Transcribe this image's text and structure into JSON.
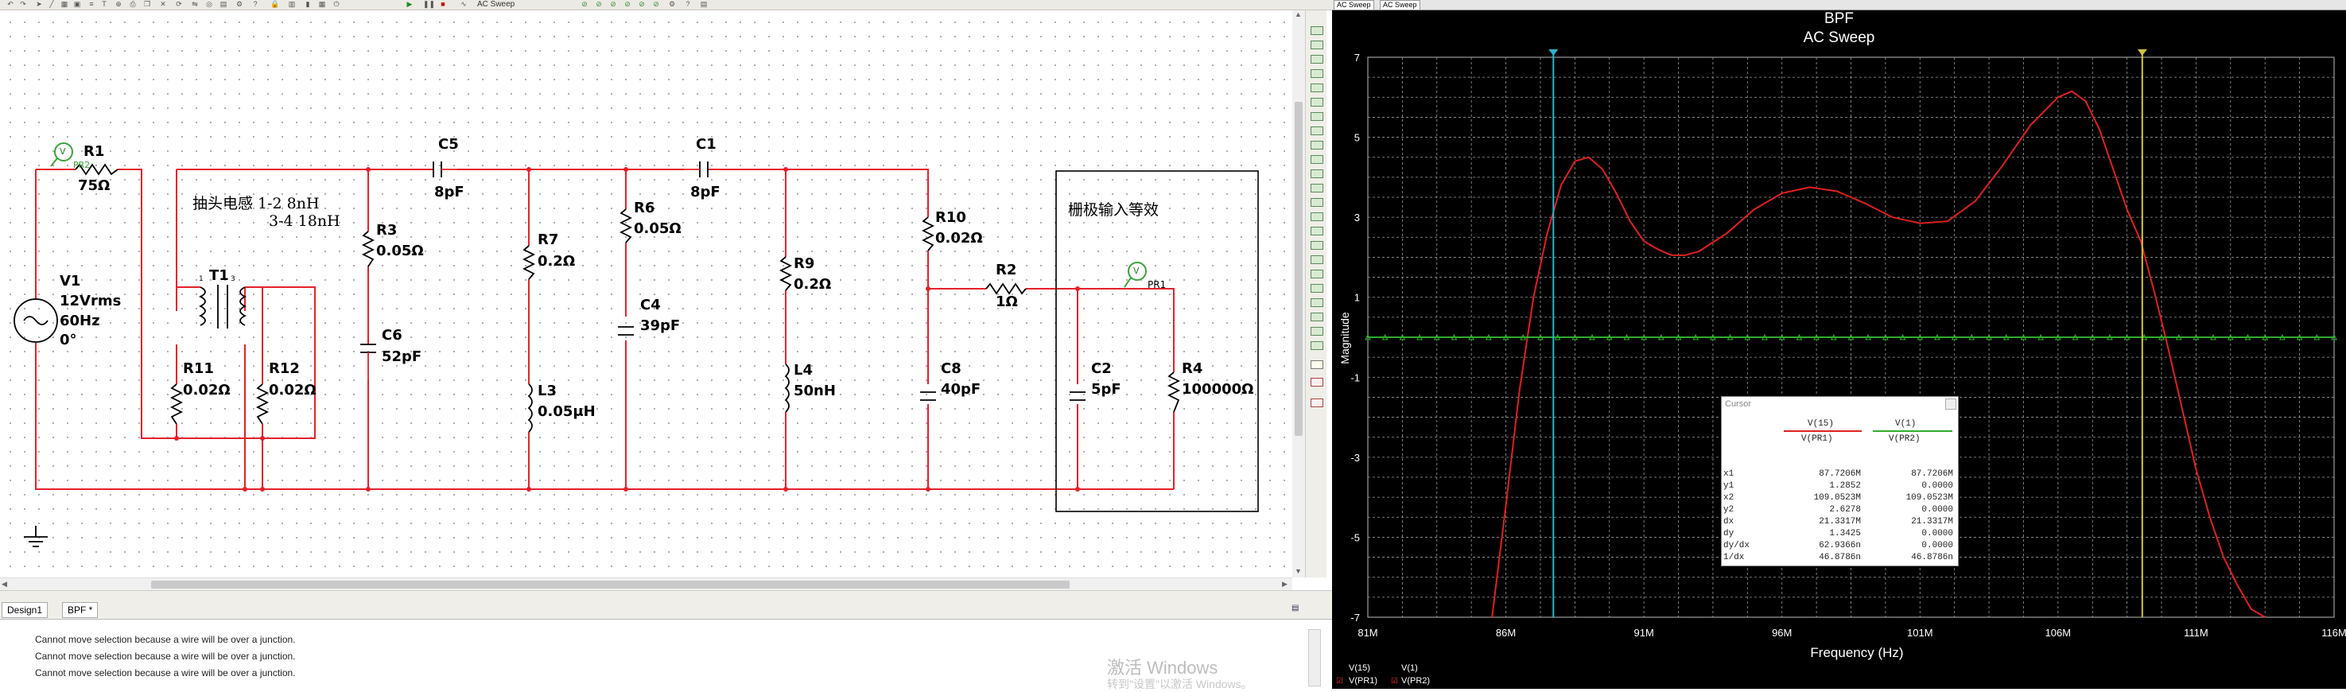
{
  "toolbar": {
    "sim_label": "AC Sweep"
  },
  "schematic": {
    "components": {
      "R1": {
        "name": "R1",
        "value": "75Ω"
      },
      "V1": {
        "name": "V1",
        "amp": "12Vrms",
        "freq": "60Hz",
        "phase": "0°"
      },
      "T1": {
        "name": "T1"
      },
      "R11": {
        "name": "R11",
        "value": "0.02Ω"
      },
      "R12": {
        "name": "R12",
        "value": "0.02Ω"
      },
      "C5": {
        "name": "C5",
        "value": "8pF"
      },
      "R3": {
        "name": "R3",
        "value": "0.05Ω"
      },
      "C6": {
        "name": "C6",
        "value": "52pF"
      },
      "R7": {
        "name": "R7",
        "value": "0.2Ω"
      },
      "L3": {
        "name": "L3",
        "value": "0.05μH"
      },
      "R6": {
        "name": "R6",
        "value": "0.05Ω"
      },
      "C4": {
        "name": "C4",
        "value": "39pF"
      },
      "C1": {
        "name": "C1",
        "value": "8pF"
      },
      "R9": {
        "name": "R9",
        "value": "0.2Ω"
      },
      "L4": {
        "name": "L4",
        "value": "50nH"
      },
      "R10": {
        "name": "R10",
        "value": "0.02Ω"
      },
      "C8": {
        "name": "C8",
        "value": "40pF"
      },
      "R2": {
        "name": "R2",
        "value": "1Ω"
      },
      "C2": {
        "name": "C2",
        "value": "5pF"
      },
      "R4": {
        "name": "R4",
        "value": "100000Ω"
      }
    },
    "probes": {
      "pr2": "PR2",
      "pr1": "PR1",
      "v_letter": "V"
    },
    "notes": {
      "tap_inductor_line1": "抽头电感 1-2 8nH",
      "tap_inductor_line2": "3-4 18nH",
      "gate_input": "栅极输入等效"
    },
    "pins": {
      "p1": "1",
      "p3": "3"
    }
  },
  "tabs": [
    {
      "label": "Design1"
    },
    {
      "label": "BPF *"
    }
  ],
  "messages": [
    "Cannot move selection because a wire will be over a junction.",
    "Cannot move selection because a wire will be over a junction.",
    "Cannot move selection because a wire will be over a junction."
  ],
  "watermark": {
    "line1": "激活 Windows",
    "line2": "转到\"设置\"以激活 Windows。"
  },
  "grapher": {
    "tabs": [
      {
        "label": "AC Sweep"
      },
      {
        "label": "AC Sweep"
      }
    ],
    "title": "BPF",
    "subtitle": "AC Sweep",
    "ylabel": "Magnitude",
    "xlabel": "Frequency (Hz)",
    "legend": [
      {
        "label": "V(15)",
        "sub": "V(PR1)"
      },
      {
        "label": "V(1)",
        "sub": "V(PR2)"
      }
    ]
  },
  "cursor": {
    "title": "Cursor",
    "headers": [
      {
        "top": "V(15)",
        "sub": "V(PR1)"
      },
      {
        "top": "V(1)",
        "sub": "V(PR2)"
      }
    ],
    "rows": [
      {
        "k": "x1",
        "a": "87.7206M",
        "b": "87.7206M"
      },
      {
        "k": "y1",
        "a": "1.2852",
        "b": "0.0000"
      },
      {
        "k": "x2",
        "a": "109.0523M",
        "b": "109.0523M"
      },
      {
        "k": "y2",
        "a": "2.6278",
        "b": "0.0000"
      },
      {
        "k": "dx",
        "a": "21.3317M",
        "b": "21.3317M"
      },
      {
        "k": "dy",
        "a": "1.3425",
        "b": "0.0000"
      },
      {
        "k": "dy/dx",
        "a": "62.9366n",
        "b": "0.0000"
      },
      {
        "k": "1/dx",
        "a": "46.8786n",
        "b": "46.8786n"
      }
    ]
  },
  "chart_data": {
    "type": "line",
    "title": "BPF",
    "subtitle": "AC Sweep",
    "xlabel": "Frequency (Hz)",
    "ylabel": "Magnitude",
    "x_tick_labels": [
      "81M",
      "86M",
      "91M",
      "96M",
      "101M",
      "106M",
      "111M",
      "116M"
    ],
    "y_tick_labels": [
      "7",
      "5",
      "3",
      "1",
      "-1",
      "-3",
      "-5",
      "-7"
    ],
    "xlim": [
      81,
      116
    ],
    "ylim": [
      -7,
      7
    ],
    "grid": true,
    "cursors": [
      87.7206,
      109.0523
    ],
    "series": [
      {
        "name": "V(15)",
        "color": "#e0201f",
        "x": [
          85.5,
          86.0,
          86.5,
          87.0,
          87.5,
          88.0,
          88.5,
          89.0,
          89.5,
          90.0,
          90.5,
          91.0,
          91.5,
          92.0,
          92.5,
          93.0,
          94.0,
          95.0,
          96.0,
          97.0,
          98.0,
          99.0,
          100.0,
          101.0,
          102.0,
          103.0,
          104.0,
          105.0,
          106.0,
          106.5,
          107.0,
          107.5,
          108.0,
          108.5,
          109.0,
          109.5,
          110.0,
          110.5,
          111.0,
          111.5,
          112.0,
          112.5,
          113.0,
          113.5
        ],
        "y": [
          -7.0,
          -4.2,
          -1.3,
          1.0,
          2.6,
          3.8,
          4.4,
          4.5,
          4.2,
          3.6,
          2.9,
          2.4,
          2.2,
          2.05,
          2.05,
          2.15,
          2.6,
          3.2,
          3.6,
          3.75,
          3.65,
          3.35,
          3.0,
          2.85,
          2.9,
          3.4,
          4.3,
          5.3,
          6.0,
          6.15,
          5.9,
          5.2,
          4.2,
          3.2,
          2.4,
          1.1,
          -0.3,
          -1.8,
          -3.3,
          -4.5,
          -5.5,
          -6.2,
          -6.8,
          -7.0
        ]
      },
      {
        "name": "V(1)",
        "color": "#2fae2f",
        "x": [
          81,
          116
        ],
        "y": [
          0,
          0
        ]
      }
    ]
  }
}
